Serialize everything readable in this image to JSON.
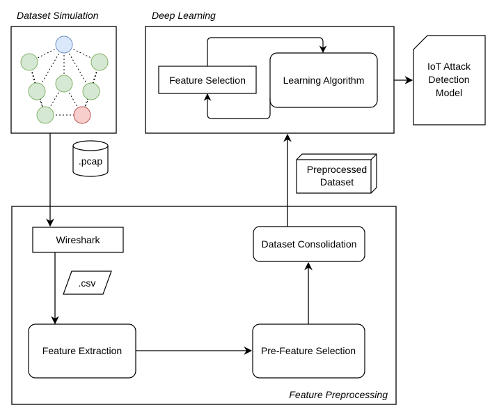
{
  "sections": {
    "dataset_simulation": "Dataset Simulation",
    "deep_learning": "Deep Learning",
    "feature_preprocessing": "Feature Preprocessing"
  },
  "nodes": {
    "feature_selection": "Feature Selection",
    "learning_algorithm": "Learning Algorithm",
    "iot_model": [
      "IoT Attack",
      "Detection",
      "Model"
    ],
    "pcap": ".pcap",
    "preprocessed_dataset": [
      "Preprocessed",
      "Dataset"
    ],
    "wireshark": "Wireshark",
    "csv": ".csv",
    "dataset_consolidation": "Dataset Consolidation",
    "feature_extraction": "Feature Extraction",
    "pre_feature_selection": "Pre-Feature Selection"
  },
  "colors": {
    "node_green_fill": "#d5e8d4",
    "node_green_stroke": "#82b366",
    "node_blue_fill": "#dae8fc",
    "node_blue_stroke": "#6c8ebf",
    "node_red_fill": "#f8cecc",
    "node_red_stroke": "#b85450"
  }
}
